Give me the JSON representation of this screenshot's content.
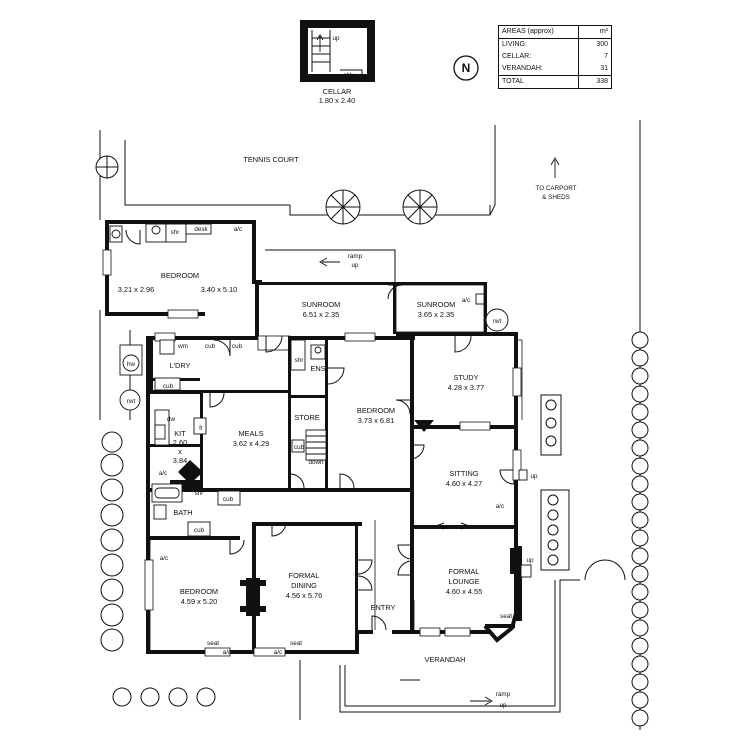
{
  "areas_table": {
    "header": "AREAS (approx)",
    "unit": "m²",
    "rows": [
      {
        "label": "LIVING:",
        "value": "300"
      },
      {
        "label": "CELLAR:",
        "value": "7"
      },
      {
        "label": "VERANDAH:",
        "value": "31"
      }
    ],
    "total": {
      "label": "TOTAL",
      "value": "338"
    }
  },
  "north": "N",
  "cellar": {
    "name": "CELLAR",
    "dims": "1.80 x 2.40",
    "up": "up",
    "shlv": "shlv"
  },
  "site": {
    "tennis_court": "TENNIS COURT",
    "to_carport": "TO CARPORT",
    "sheds": "& SHEDS",
    "verandah": "VERANDAH",
    "ramp": "ramp",
    "up": "up",
    "down": "down",
    "rwt": "rwt",
    "hw": "hw"
  },
  "rooms": {
    "bedroom_nw": {
      "name": "BEDROOM",
      "dims_left": "3.21 x 2.96",
      "dims_right": "3.40 x 5.10"
    },
    "sunroom_1": {
      "name": "SUNROOM",
      "dims": "6.51 x 2.35"
    },
    "sunroom_2": {
      "name": "SUNROOM",
      "dims": "3.65 x 2.35"
    },
    "ldry": {
      "name": "L'DRY"
    },
    "kit": {
      "name": "KIT",
      "d1": "2.60",
      "x": "x",
      "d2": "3.84"
    },
    "meals": {
      "name": "MEALS",
      "dims": "3.62 x 4.29"
    },
    "store": {
      "name": "STORE"
    },
    "ens": {
      "name": "ENS"
    },
    "bedroom_c": {
      "name": "BEDROOM",
      "dims": "3.73 x 6.81"
    },
    "study": {
      "name": "STUDY",
      "dims": "4.28 x 3.77"
    },
    "sitting": {
      "name": "SITTING",
      "dims": "4.60 x 4.27"
    },
    "bath": {
      "name": "BATH"
    },
    "bedroom_sw": {
      "name": "BEDROOM",
      "dims": "4.59 x 5.20"
    },
    "formal_dining": {
      "name1": "FORMAL",
      "name2": "DINING",
      "dims": "4.56 x 5.76"
    },
    "entry": {
      "name": "ENTRY"
    },
    "formal_lounge": {
      "name1": "FORMAL",
      "name2": "LOUNGE",
      "dims": "4.60 x 4.55"
    }
  },
  "fixtures": {
    "shr": "shr",
    "desk": "desk",
    "ac": "a/c",
    "wm": "wm",
    "cub": "cub",
    "dw": "dw",
    "fr": "fr",
    "seat": "seat"
  }
}
